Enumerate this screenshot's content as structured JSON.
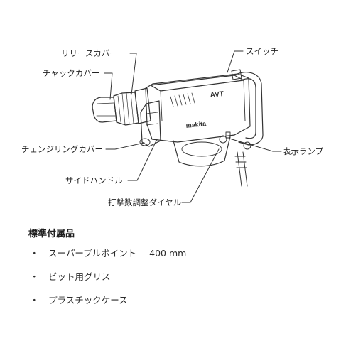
{
  "figure": {
    "callouts": [
      {
        "id": "release-cover",
        "label": "リリースカバー"
      },
      {
        "id": "chuck-cover",
        "label": "チャックカバー"
      },
      {
        "id": "change-ring-cover",
        "label": "チェンジリングカバー"
      },
      {
        "id": "side-handle",
        "label": "サイドハンドル"
      },
      {
        "id": "impact-dial",
        "label": "打撃数調整ダイヤル"
      },
      {
        "id": "switch",
        "label": "スイッチ"
      },
      {
        "id": "indicator-lamp",
        "label": "表示ランプ"
      }
    ],
    "tool_brand": "makita",
    "tool_mark": "AVT"
  },
  "accessories": {
    "heading": "標準付属品",
    "bullet": "・",
    "items": [
      {
        "name": "スーパーブルポイント",
        "spec": "400 mm"
      },
      {
        "name": "ビット用グリス",
        "spec": ""
      },
      {
        "name": "プラスチックケース",
        "spec": ""
      }
    ]
  },
  "colors": {
    "line": "#333333",
    "text": "#222222",
    "background": "#ffffff"
  }
}
